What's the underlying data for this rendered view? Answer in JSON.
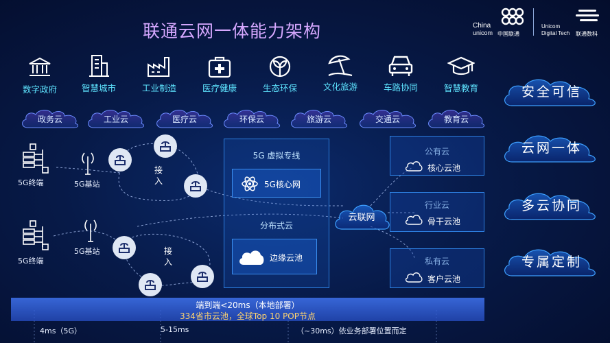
{
  "title": "联通云网一体能力架构",
  "brand": {
    "china": "China",
    "unicom": "unicom",
    "unicom_cn": "中国联通",
    "digital_en1": "Unicom",
    "digital_en2": "Digital Tech",
    "digital_cn": "联通数科"
  },
  "industries": [
    {
      "label": "数字政府",
      "icon": "government-building-icon"
    },
    {
      "label": "智慧城市",
      "icon": "city-building-icon"
    },
    {
      "label": "工业制造",
      "icon": "factory-icon"
    },
    {
      "label": "医疗健康",
      "icon": "medical-kit-icon"
    },
    {
      "label": "生态环保",
      "icon": "leaf-icon"
    },
    {
      "label": "文化旅游",
      "icon": "beach-umbrella-icon"
    },
    {
      "label": "车路协同",
      "icon": "car-icon"
    },
    {
      "label": "智慧教育",
      "icon": "graduation-cap-icon"
    }
  ],
  "clouds": [
    "政务云",
    "工业云",
    "医疗云",
    "环保云",
    "旅游云",
    "交通云",
    "教育云"
  ],
  "features": [
    "安全可信",
    "云网一体",
    "多云协同",
    "专属定制"
  ],
  "access": {
    "top": {
      "terminal": "5G终端",
      "station": "5G基站",
      "access": "接入"
    },
    "bottom": {
      "terminal": "5G终端",
      "station": "5G基站",
      "access": "接入"
    }
  },
  "center": {
    "vpn_title": "5G 虚拟专线",
    "core_label": "5G核心网",
    "distributed_title": "分布式云",
    "edge_label": "边缘云池"
  },
  "cloud_net": "云联网",
  "right": [
    {
      "title": "公有云",
      "label": "核心云池"
    },
    {
      "title": "行业云",
      "label": "骨干云池"
    },
    {
      "title": "私有云",
      "label": "客户云池"
    }
  ],
  "bottom": {
    "line1": "端到端<20ms（本地部署）",
    "line2": "334省市云池，全球Top 10 POP节点",
    "timeline": [
      "4ms（5G）",
      "5-15ms",
      "（~30ms）依业务部署位置而定"
    ]
  },
  "colors": {
    "title": "#d6a8ff",
    "industry_label": "#5ee4ff",
    "bottom_highlight": "#ffd470",
    "accent_blue": "#2d7fe0"
  }
}
